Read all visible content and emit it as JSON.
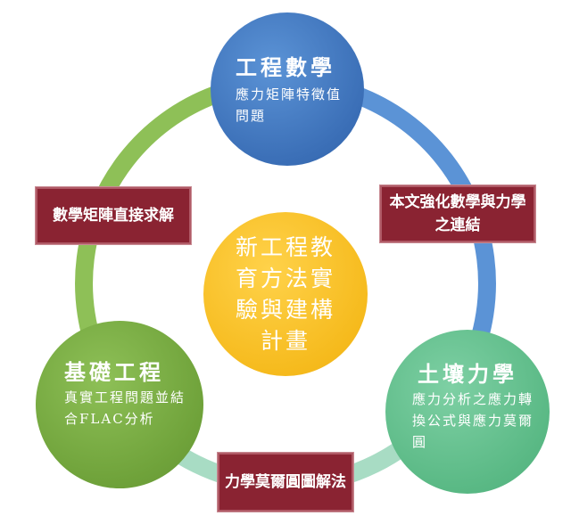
{
  "colors": {
    "ring_left": "#8ec057",
    "ring_right": "#5b93d6",
    "ring_bottom": "#a8dcc4",
    "box_bg": "#8a2332"
  },
  "nodes": {
    "top": {
      "title": "工程數學",
      "desc": "應力矩陣特徵值問題"
    },
    "left": {
      "title": "基礎工程",
      "desc": "真實工程問題並結合FLAC分析"
    },
    "right": {
      "title": "土壤力學",
      "desc": "應力分析之應力轉換公式與應力莫爾圓"
    },
    "center": {
      "text": "新工程教育方法實驗與建構計畫"
    }
  },
  "links": {
    "left": "數學矩陣直接求解",
    "right": "本文強化數學與力學之連結",
    "bottom": "力學莫爾圓圖解法"
  }
}
